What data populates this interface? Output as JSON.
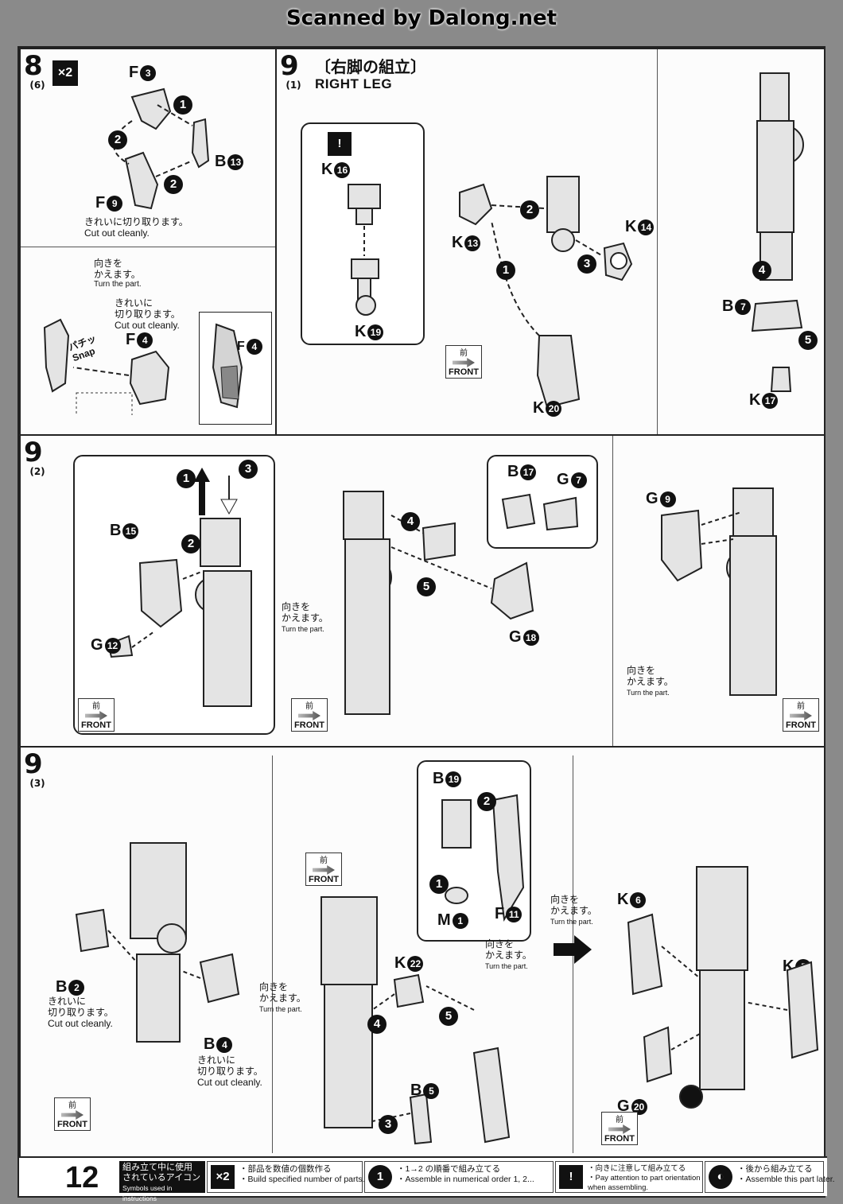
{
  "scanner_credit": "Scanned by Dalong.net",
  "step8": {
    "number": "8",
    "sub": "(6)",
    "multiplier": "×2",
    "parts": {
      "f3": "F",
      "f3n": "3",
      "b13": "B",
      "b13n": "13",
      "f9": "F",
      "f9n": "9",
      "f4": "F",
      "f4n": "4",
      "f4b": "F",
      "f4bn": "4"
    },
    "notes": {
      "cut_jp": "きれいに切り取ります。",
      "cut_en": "Cut out cleanly.",
      "turn_jp1": "向きを",
      "turn_jp2": "かえます。",
      "turn_en": "Turn the part.",
      "cut2_jp1": "きれいに",
      "cut2_jp2": "切り取ります。",
      "cut2_en": "Cut out cleanly.",
      "snap_jp": "パチッ",
      "snap_en": "Snap"
    }
  },
  "step9_1": {
    "number": "9",
    "sub": "(1)",
    "title_jp": "〔右脚の組立〕",
    "title_en": "RIGHT LEG",
    "parts": {
      "k16": "K",
      "k16n": "16",
      "k19": "K",
      "k19n": "19",
      "k13": "K",
      "k13n": "13",
      "k14": "K",
      "k14n": "14",
      "k20": "K",
      "k20n": "20",
      "b7": "B",
      "b7n": "7",
      "k17": "K",
      "k17n": "17"
    }
  },
  "step9_2": {
    "number": "9",
    "sub": "(2)",
    "parts": {
      "b15": "B",
      "b15n": "15",
      "g12": "G",
      "g12n": "12",
      "b17": "B",
      "b17n": "17",
      "g7": "G",
      "g7n": "7",
      "g18": "G",
      "g18n": "18",
      "g9": "G",
      "g9n": "9"
    },
    "turn_jp1": "向きを",
    "turn_jp2": "かえます。",
    "turn_en": "Turn the part."
  },
  "step9_3": {
    "number": "9",
    "sub": "(3)",
    "parts": {
      "b2": "B",
      "b2n": "2",
      "b4": "B",
      "b4n": "4",
      "b19": "B",
      "b19n": "19",
      "m1": "M",
      "m1n": "1",
      "f11": "F",
      "f11n": "11",
      "k22": "K",
      "k22n": "22",
      "b5": "B",
      "b5n": "5",
      "k6": "K",
      "k6n": "6",
      "k5": "K",
      "k5n": "5",
      "g20": "G",
      "g20n": "20"
    },
    "cut_jp1": "きれいに",
    "cut_jp2": "切り取ります。",
    "cut_en": "Cut out cleanly.",
    "turn_jp1": "向きを",
    "turn_jp2": "かえます。",
    "turn_en": "Turn the part."
  },
  "front": {
    "jp": "前",
    "en": "FRONT"
  },
  "footer": {
    "page": "12",
    "legend_jp1": "組み立て中に使用",
    "legend_jp2": "されているアイコン",
    "legend_en": "Symbols used in instructions",
    "items": [
      {
        "icon": "×2",
        "jp": "・部品を数値の個数作る",
        "en": "・Build specified number of parts."
      },
      {
        "icon": "1",
        "jp": "・1→2 の順番で組み立てる",
        "en": "・Assemble in numerical order 1, 2..."
      },
      {
        "icon": "!",
        "jp": "・向きに注意して組み立てる",
        "en": "・Pay attention to part orientation when assembling."
      },
      {
        "icon": "◐",
        "jp": "・後から組み立てる",
        "en": "・Assemble this part later."
      }
    ]
  },
  "colors": {
    "ink": "#111111",
    "paper": "#fafafa",
    "part_fill": "#e4e4e4",
    "background": "#8a8a8a"
  }
}
